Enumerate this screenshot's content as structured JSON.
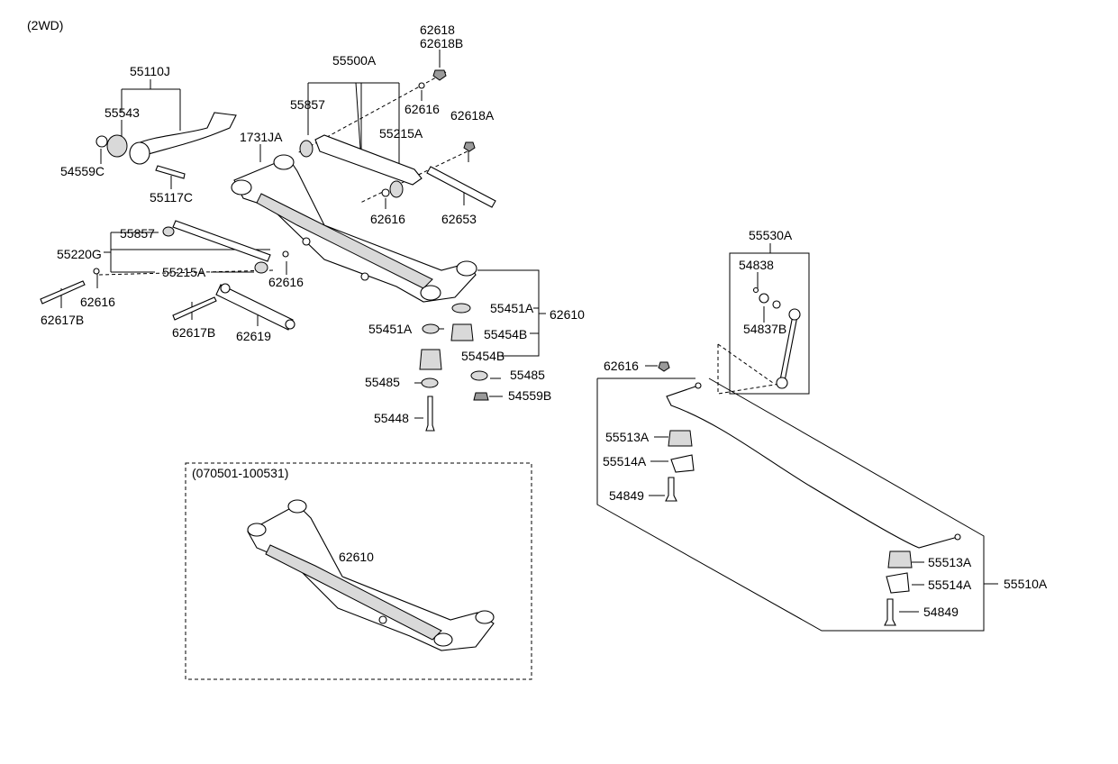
{
  "variant_note": "(2WD)",
  "inset_note": "(070501-100531)",
  "labels": {
    "p62618": "62618",
    "p62618B": "62618B",
    "p55500A": "55500A",
    "p55110J": "55110J",
    "p55543": "55543",
    "p55857_top": "55857",
    "p62616_a": "62616",
    "p62618A": "62618A",
    "p1731JA": "1731JA",
    "p55215A_top": "55215A",
    "p54559C": "54559C",
    "p55117C": "55117C",
    "p62616_b": "62616",
    "p62653": "62653",
    "p55857_left": "55857",
    "p55220G": "55220G",
    "p55215A_left": "55215A",
    "p62616_c": "62616",
    "p62616_d": "62616",
    "p62617B_a": "62617B",
    "p62617B_b": "62617B",
    "p62619": "62619",
    "p55451A_r": "55451A",
    "p62610": "62610",
    "p55451A_l": "55451A",
    "p55454B_r": "55454B",
    "p55454B_l": "55454B",
    "p55485_r": "55485",
    "p55485_l": "55485",
    "p54559B": "54559B",
    "p55448": "55448",
    "p55530A": "55530A",
    "p54838": "54838",
    "p54837B": "54837B",
    "p62616_e": "62616",
    "p55513A_a": "55513A",
    "p55514A_a": "55514A",
    "p54849_a": "54849",
    "p62610_inset": "62610",
    "p55513A_b": "55513A",
    "p55514A_b": "55514A",
    "p55510A": "55510A",
    "p54849_b": "54849"
  }
}
